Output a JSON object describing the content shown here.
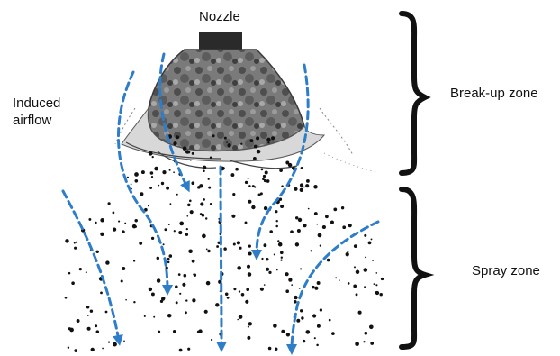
{
  "labels": {
    "nozzle": "Nozzle",
    "induced_airflow_line1": "Induced",
    "induced_airflow_line2": "airflow",
    "breakup_zone": "Break-up zone",
    "spray_zone": "Spray zone"
  },
  "colors": {
    "arrow": "#2e7dc8",
    "droplet": "#111111",
    "nozzle_body": "#2a2a2a",
    "sheet_dark": "#6a6a6a",
    "sheet_light": "#bdbdbd",
    "brace": "#111111"
  }
}
